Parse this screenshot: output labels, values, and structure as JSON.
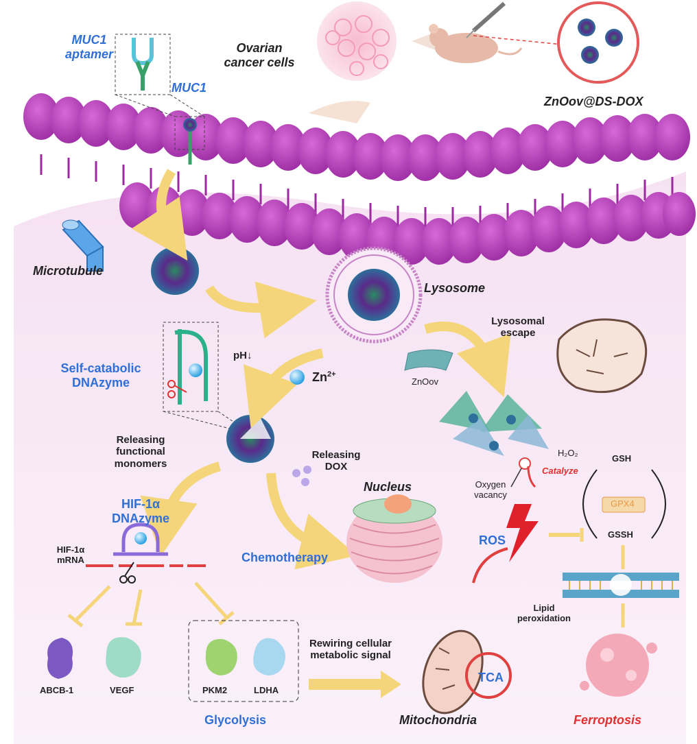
{
  "labels": {
    "muc1_aptamer": "MUC1\naptamer",
    "muc1": "MUC1",
    "ovarian_cells": "Ovarian\ncancer cells",
    "nanoparticle": "ZnOov@DS-DOX",
    "microtubule": "Microtubule",
    "lysosome": "Lysosome",
    "lysosomal_escape": "Lysosomal\nescape",
    "ph": "pH",
    "ph_arrow": "↓",
    "zn": "Zn",
    "zn_sup": "2+",
    "self_catabolic": "Self-catabolic\nDNAzyme",
    "znoov": "ZnOov",
    "releasing_monomers": "Releasing\nfunctional\nmonomers",
    "releasing_dox": "Releasing\nDOX",
    "nucleus": "Nucleus",
    "oxygen_vacancy": "Oxygen\nvacancy",
    "h2o2": "H₂O₂",
    "catalyze": "Catalyze",
    "gsh": "GSH",
    "gpx4": "GPX4",
    "gssh": "GSSH",
    "hif_dnazyme": "HIF-1α\nDNAzyme",
    "hif_mrna": "HIF-1α\nmRNA",
    "ros": "ROS",
    "chemotherapy": "Chemotherapy",
    "lipid_peroxidation": "Lipid\nperoxidation",
    "rewiring": "Rewiring cellular\nmetabolic signal",
    "abcb1": "ABCB-1",
    "vegf": "VEGF",
    "pkm2": "PKM2",
    "ldha": "LDHA",
    "tca": "TCA",
    "glycolysis": "Glycolysis",
    "mitochondria": "Mitochondria",
    "ferroptosis": "Ferroptosis"
  },
  "colors": {
    "membrane": "#b13ab5",
    "cell_background": "#f3dff0",
    "arrow": "#f5d57a",
    "blue_label": "#2f6fd6",
    "red_label": "#e03030"
  }
}
